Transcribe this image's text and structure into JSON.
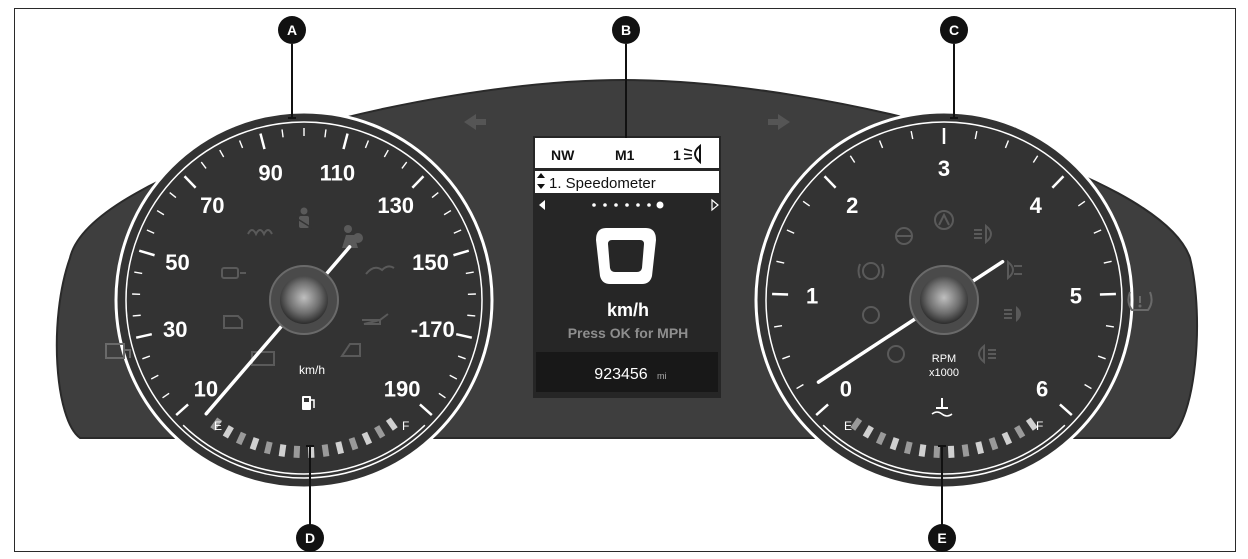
{
  "callouts": [
    "A",
    "B",
    "C",
    "D",
    "E"
  ],
  "speedometer": {
    "labels": [
      "10",
      "30",
      "50",
      "70",
      "90",
      "110",
      "130",
      "150",
      "170",
      "190"
    ],
    "label_prefixes": [
      "",
      "",
      "",
      "",
      "",
      "",
      "",
      "",
      "-",
      ""
    ],
    "unit": "km/h",
    "needle_value": 5,
    "fuel": {
      "empty": "E",
      "full": "F"
    }
  },
  "tachometer": {
    "labels": [
      "0",
      "1",
      "2",
      "3",
      "4",
      "5",
      "6"
    ],
    "unit_line1": "RPM",
    "unit_line2": "x1000",
    "needle_value": 0.2,
    "temp": {
      "cold": "E",
      "hot": "F"
    }
  },
  "display": {
    "top_bar": {
      "heading": "NW",
      "mode": "M1",
      "level": "1"
    },
    "menu_title": "1. Speedometer",
    "page_dots": 7,
    "speed_unit": "km/h",
    "hint": "Press OK for MPH",
    "odometer": "923456",
    "odometer_unit": "mi"
  },
  "colors": {
    "cluster": "#3e3e3e",
    "cluster_dark": "#2b2b2b",
    "gauge_face": "#353535",
    "text": "#ffffff",
    "warning_icon": "#5a5a5a",
    "hint_text": "#8e8e8e"
  },
  "icons": [
    "turn-left-icon",
    "turn-right-icon",
    "fuel-pump-icon",
    "engine-temp-icon",
    "tpms-icon",
    "glow-plug-icon",
    "seatbelt-icon",
    "airbag-icon",
    "oil-pressure-icon",
    "battery-icon",
    "check-engine-icon",
    "abs-icon",
    "steering-icon",
    "fog-light-icon",
    "headlight-icon"
  ]
}
